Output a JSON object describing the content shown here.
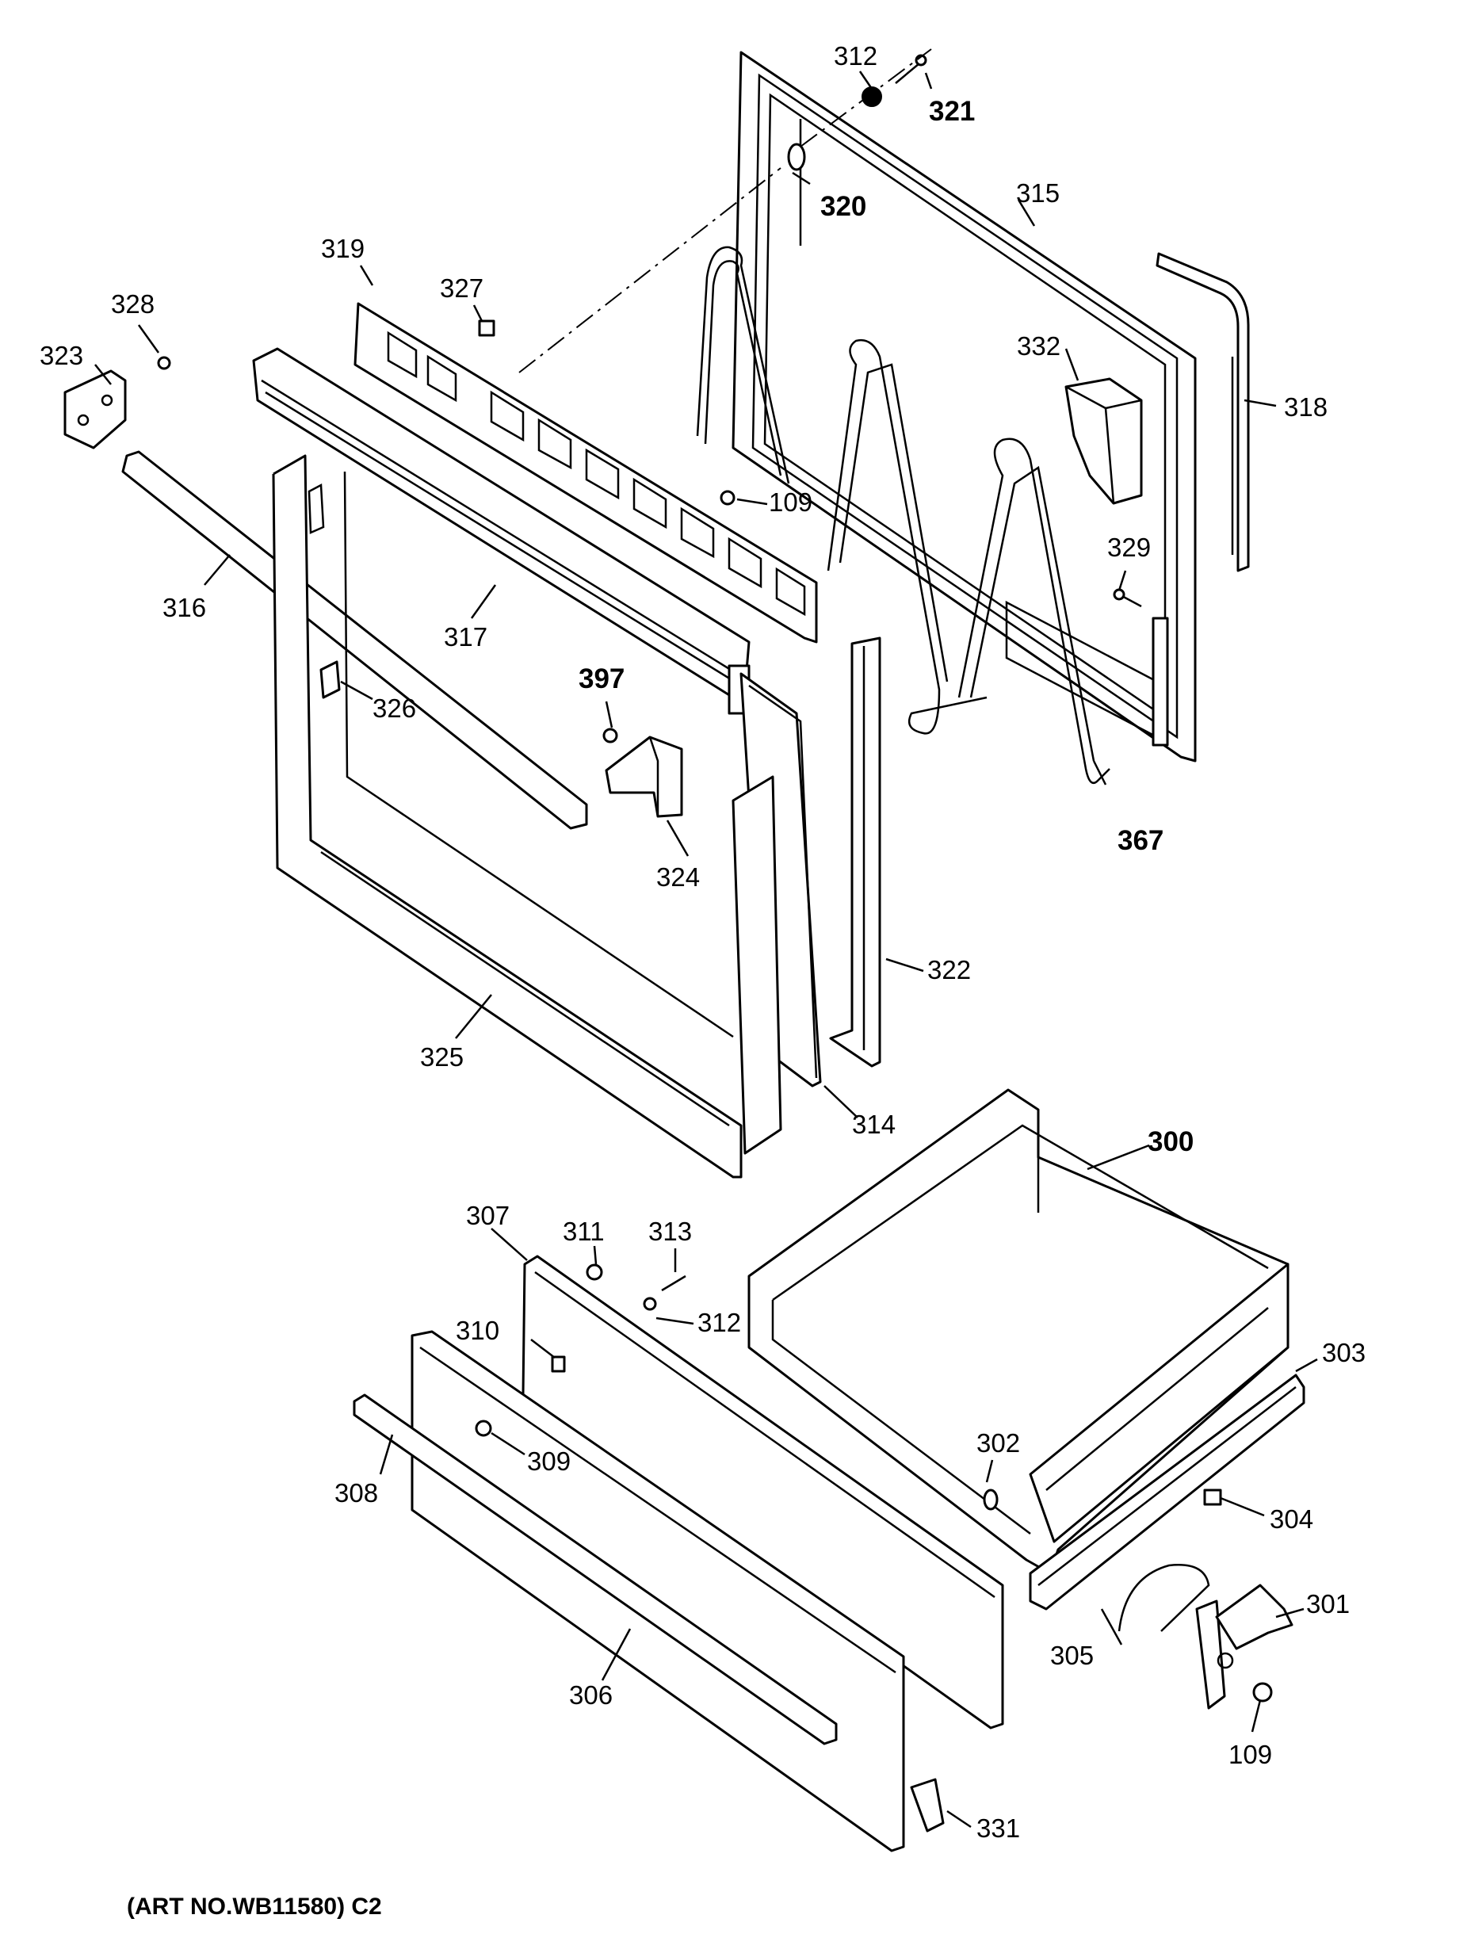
{
  "diagram": {
    "caption": "(ART NO.WB11580) C2",
    "callouts": {
      "c109a": "109",
      "c109b": "109",
      "c300": "300",
      "c301": "301",
      "c302": "302",
      "c303": "303",
      "c304": "304",
      "c305": "305",
      "c306": "306",
      "c307": "307",
      "c308": "308",
      "c309": "309",
      "c310": "310",
      "c311": "311",
      "c312a": "312",
      "c312b": "312",
      "c313": "313",
      "c314": "314",
      "c315": "315",
      "c316": "316",
      "c317": "317",
      "c318": "318",
      "c319": "319",
      "c320": "320",
      "c321": "321",
      "c322": "322",
      "c323": "323",
      "c324": "324",
      "c325": "325",
      "c326": "326",
      "c327": "327",
      "c328": "328",
      "c329": "329",
      "c331": "331",
      "c332": "332",
      "c367": "367",
      "c397": "397"
    }
  }
}
